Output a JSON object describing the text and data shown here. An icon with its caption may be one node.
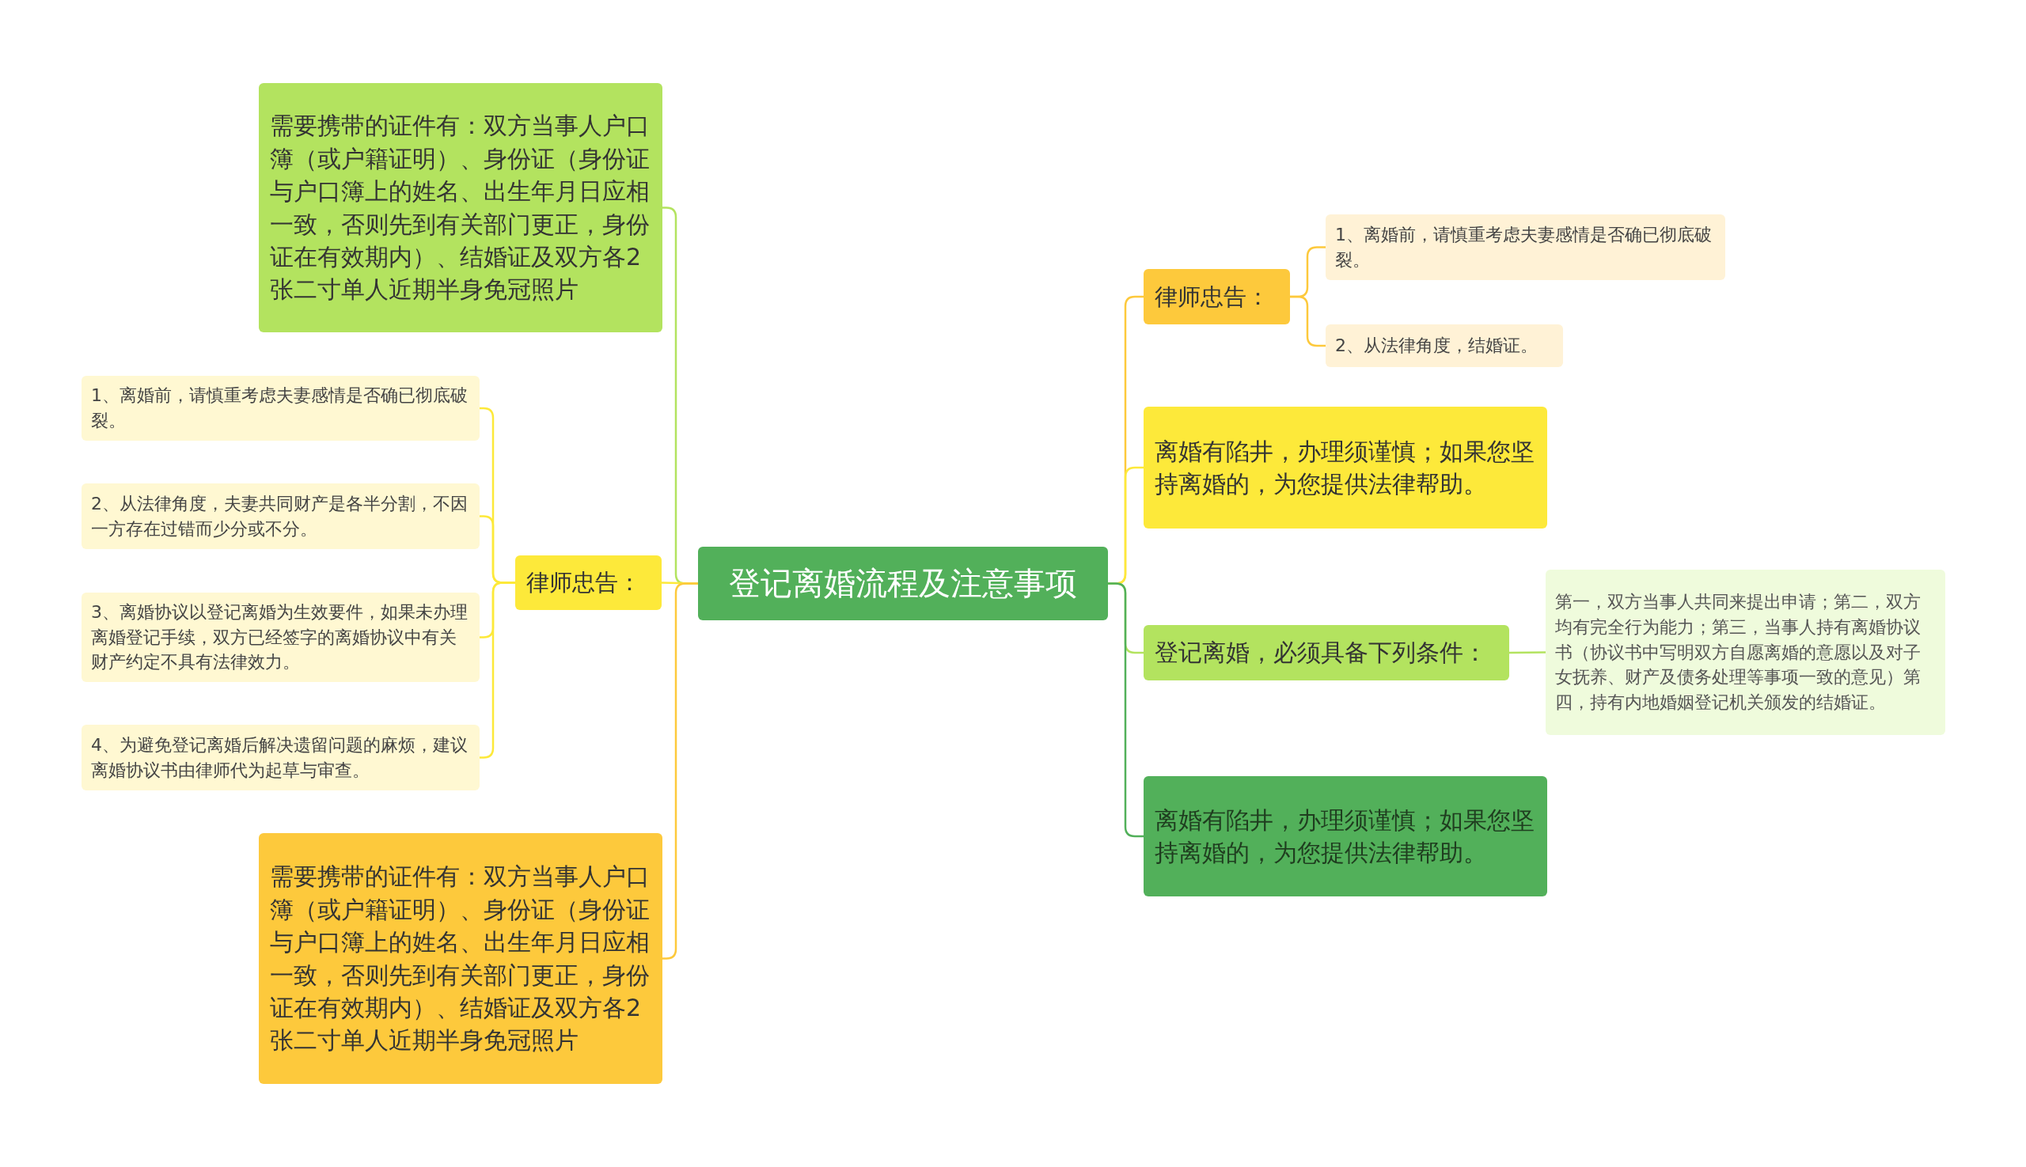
{
  "diagram": {
    "nodes": [
      {
        "text": [
          "登记离婚流程及注意事项"
        ]
      },
      {
        "text": [
          "需要携带的证件有：双方当事人户口簿（或户籍证明）、身份证（身份证与户口簿上的姓名、出生年月日应相一致，否则先到有关部门更正，身份证在有效期内）、结婚证及双方各2张二寸单人近期半身免冠照片"
        ]
      },
      {
        "text": [
          "律师忠告："
        ]
      },
      {
        "text": [
          "1、离婚前，请慎重考虑夫妻感情是否确已彻底破裂。"
        ]
      },
      {
        "text": [
          "2、从法律角度，夫妻共同财产是各半分割，不因一方存在过错而少分或不分。"
        ]
      },
      {
        "text": [
          "3、离婚协议以登记离婚为生效要件，如果未办理离婚登记手续，双方已经签字的离婚协议中有关财产约定不具有法律效力。"
        ]
      },
      {
        "text": [
          "4、为避免登记离婚后解决遗留问题的麻烦，建议离婚协议书由律师代为起草与审查。"
        ]
      },
      {
        "text": [
          "需要携带的证件有：双方当事人户口簿（或户籍证明）、身份证（身份证与户口簿上的姓名、出生年月日应相一致，否则先到有关部门更正，身份证在有效期内）、结婚证及双方各2张二寸单人近期半身免冠照片"
        ]
      },
      {
        "text": [
          "律师忠告："
        ]
      },
      {
        "text": [
          "1、离婚前，请慎重考虑夫妻感情是否确已彻底破裂。"
        ]
      },
      {
        "text": [
          "2、从法律角度，结婚证。"
        ]
      },
      {
        "text": [
          "离婚有陷井，办理须谨慎；如果您坚持离婚的，为您提供法律帮助。"
        ]
      },
      {
        "text": [
          "登记离婚，必须具备下列条件："
        ]
      },
      {
        "text": [
          "第一，双方当事人共同来提出申请；第二，双方均有完全行为能力；第三，当事人持有离婚协议书（协议书中写明双方自愿离婚的意愿以及对子女抚养、财产及债务处理等事项一致的意见）第四，持有内地婚姻登记机关颁发的结婚证。"
        ]
      },
      {
        "text": [
          "离婚有陷井，办理须谨慎；如果您坚持离婚的，为您提供法律帮助。"
        ]
      }
    ],
    "edges": [
      {
        "from": 0,
        "to": 1,
        "arrow": "none",
        "color": "#b3e35f"
      },
      {
        "from": 0,
        "to": 2,
        "arrow": "none",
        "color": "#fde93a"
      },
      {
        "from": 2,
        "to": 3,
        "arrow": "none",
        "color": "#fde93a"
      },
      {
        "from": 2,
        "to": 4,
        "arrow": "none",
        "color": "#fde93a"
      },
      {
        "from": 2,
        "to": 5,
        "arrow": "none",
        "color": "#fde93a"
      },
      {
        "from": 2,
        "to": 6,
        "arrow": "none",
        "color": "#fde93a"
      },
      {
        "from": 0,
        "to": 7,
        "arrow": "none",
        "color": "#fdc93c"
      },
      {
        "from": 0,
        "to": 8,
        "arrow": "none",
        "color": "#fdc93c"
      },
      {
        "from": 8,
        "to": 9,
        "arrow": "none",
        "color": "#fdc93c"
      },
      {
        "from": 8,
        "to": 10,
        "arrow": "none",
        "color": "#fdc93c"
      },
      {
        "from": 0,
        "to": 11,
        "arrow": "none",
        "color": "#fde93a"
      },
      {
        "from": 0,
        "to": 12,
        "arrow": "none",
        "color": "#b3e35f"
      },
      {
        "from": 12,
        "to": 13,
        "arrow": "none",
        "color": "#b3e35f"
      },
      {
        "from": 0,
        "to": 14,
        "arrow": "none",
        "color": "#52b05a"
      }
    ]
  }
}
